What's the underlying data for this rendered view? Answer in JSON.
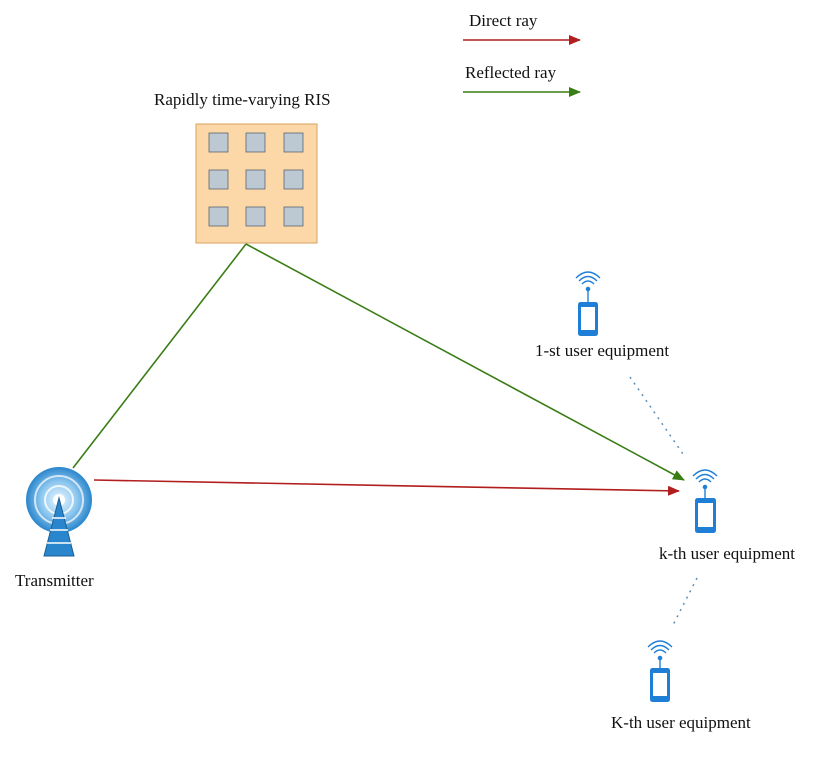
{
  "legend": {
    "direct_label": "Direct ray",
    "reflected_label": "Reflected ray"
  },
  "ris": {
    "label": "Rapidly time-varying  RIS"
  },
  "transmitter": {
    "label": "Transmitter"
  },
  "users": [
    {
      "label": "1-st user equipment"
    },
    {
      "label": "k-th user equipment"
    },
    {
      "label": "K-th user equipment"
    }
  ],
  "colors": {
    "direct_ray": "#b21e1e",
    "reflected_ray": "#3a7d15",
    "ris_fill": "#fcd8a8",
    "ris_border": "#d9a25b",
    "ris_element": "#bcc8d2",
    "ris_element_border": "#5a6570",
    "phone": "#1f7fd6",
    "dotted": "#5c8fb8",
    "tower": "#2a86cc"
  },
  "icons": [
    "ris-panel-icon",
    "transmitter-tower-icon",
    "smartphone-icon",
    "wifi-signal-icon"
  ]
}
